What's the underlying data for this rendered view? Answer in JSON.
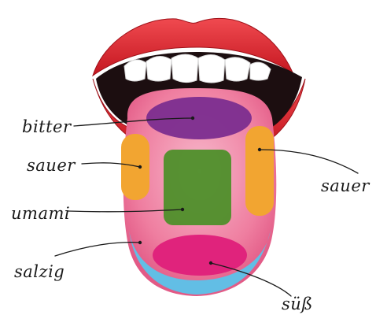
{
  "labels": {
    "bitter": "bitter",
    "sour_left": "sauer",
    "sour_right": "sauer",
    "umami": "umami",
    "salty": "salzig",
    "sweet": "süß"
  },
  "regions": {
    "bitter": {
      "color": "#7b2d8f"
    },
    "sour_left": {
      "color": "#f2a531"
    },
    "sour_right": {
      "color": "#f2a531"
    },
    "umami": {
      "color": "#4e8f2a"
    },
    "salty": {
      "color": "#5bc3ea"
    },
    "sweet": {
      "color": "#e0237c"
    }
  },
  "colors": {
    "lips": "#e0262f",
    "mouth": "#1c0e10",
    "teeth": "#ffffff",
    "tongue": "#ef7ea0"
  }
}
